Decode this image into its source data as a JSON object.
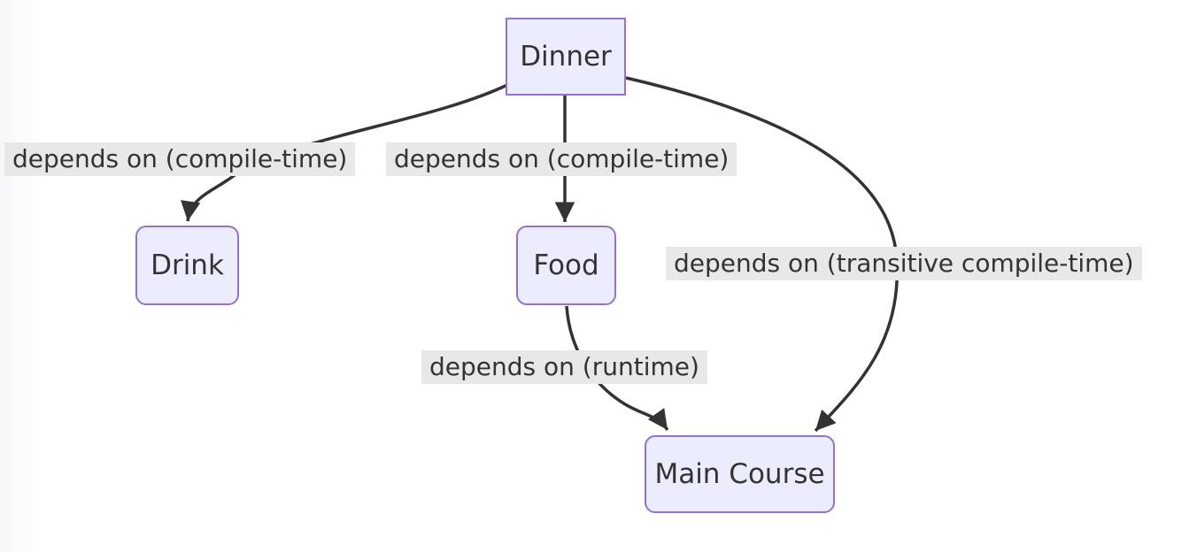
{
  "diagram": {
    "type": "flowchart",
    "direction": "top-down",
    "nodes": [
      {
        "id": "dinner",
        "label": "Dinner",
        "shape": "rectangle"
      },
      {
        "id": "drink",
        "label": "Drink",
        "shape": "rounded-rectangle"
      },
      {
        "id": "food",
        "label": "Food",
        "shape": "rounded-rectangle"
      },
      {
        "id": "main_course",
        "label": "Main Course",
        "shape": "rounded-rectangle"
      }
    ],
    "edges": [
      {
        "from": "dinner",
        "to": "drink",
        "label": "depends on (compile-time)"
      },
      {
        "from": "dinner",
        "to": "food",
        "label": "depends on (compile-time)"
      },
      {
        "from": "dinner",
        "to": "main_course",
        "label": "depends on (transitive compile-time)"
      },
      {
        "from": "food",
        "to": "main_course",
        "label": "depends on (runtime)"
      }
    ],
    "colors": {
      "node_fill": "#ECECFF",
      "node_border": "#9370DB",
      "edge_stroke": "#333333",
      "edge_label_background": "#e8e8e8",
      "text": "#333333",
      "page_background": "#ffffff"
    }
  }
}
